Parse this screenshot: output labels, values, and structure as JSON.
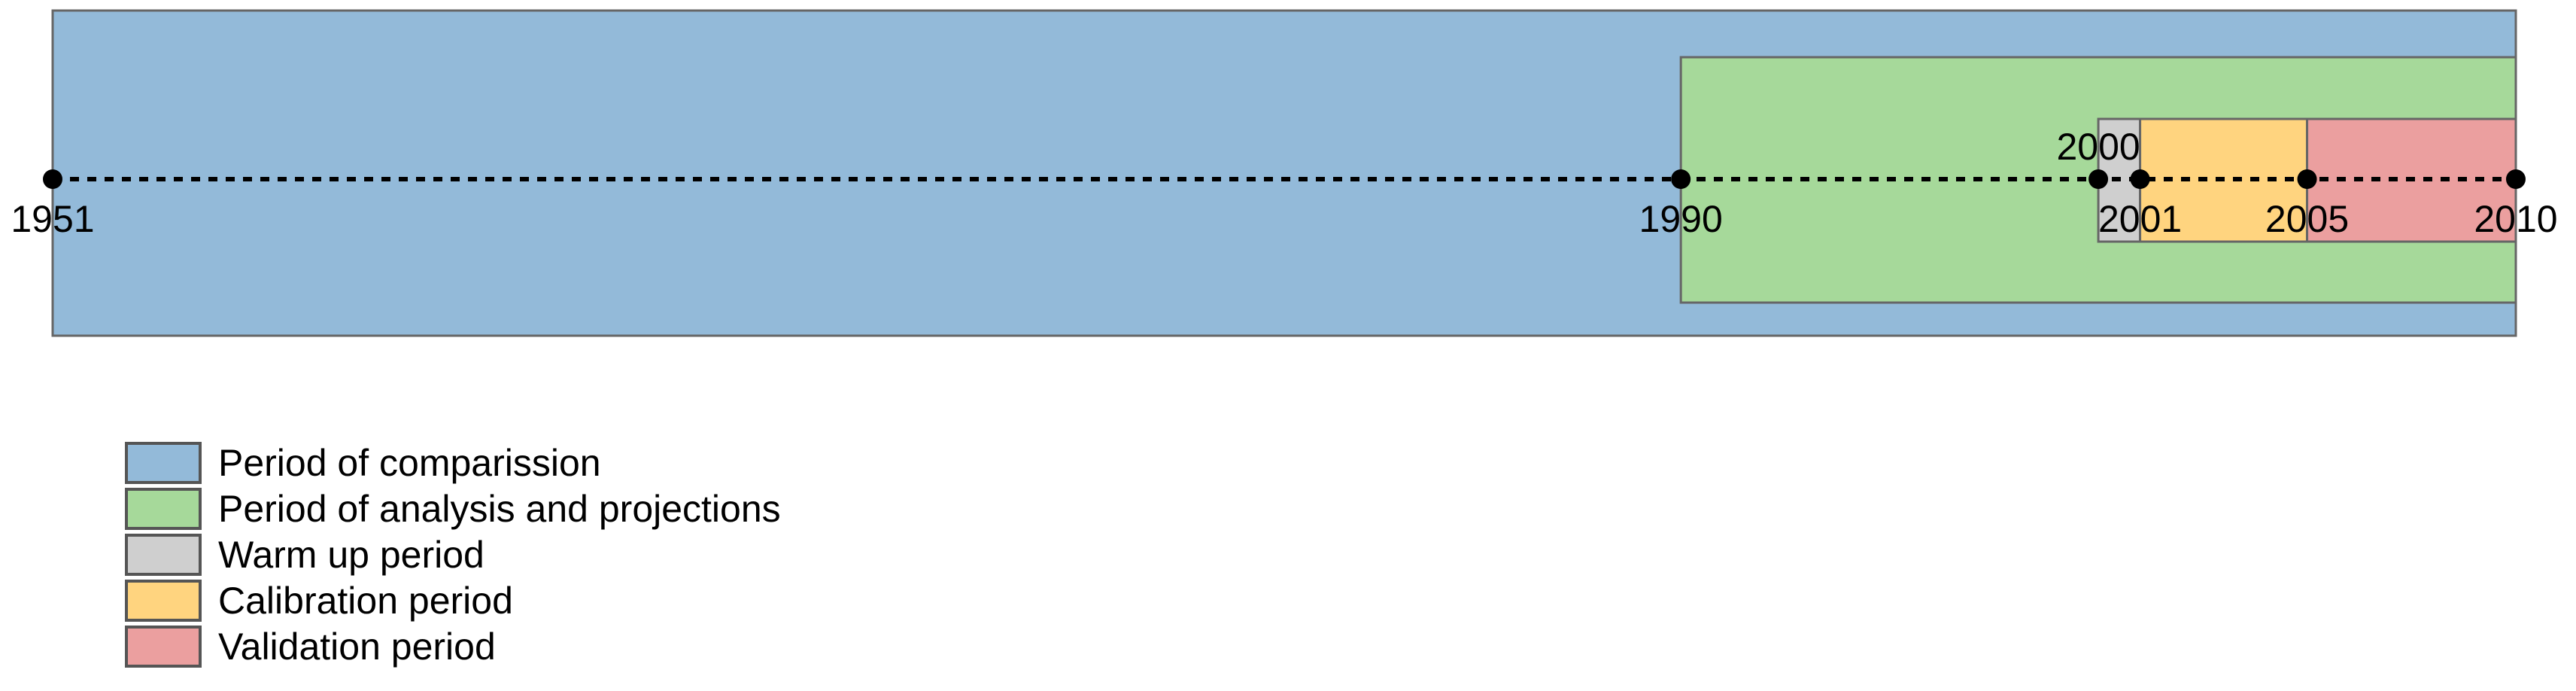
{
  "diagram": {
    "start_year": 1951,
    "end_year": 2010,
    "periods": [
      {
        "key": "comparison",
        "label": "Period of comparission",
        "start": 1951,
        "end": 2010,
        "color": "#93bad9"
      },
      {
        "key": "analysis",
        "label": "Period of analysis and projections",
        "start": 1990,
        "end": 2010,
        "color": "#a6d99a"
      },
      {
        "key": "warmup",
        "label": "Warm up period",
        "start": 2000,
        "end": 2001,
        "color": "#cfcfcf"
      },
      {
        "key": "calibration",
        "label": "Calibration period",
        "start": 2001,
        "end": 2005,
        "color": "#ffd47f"
      },
      {
        "key": "validation",
        "label": "Validation period",
        "start": 2005,
        "end": 2010,
        "color": "#eb9f9f"
      }
    ],
    "markers": [
      {
        "year": 1951,
        "label": "1951",
        "label_pos": "below"
      },
      {
        "year": 1990,
        "label": "1990",
        "label_pos": "below"
      },
      {
        "year": 2000,
        "label": "2000",
        "label_pos": "above"
      },
      {
        "year": 2001,
        "label": "2001",
        "label_pos": "below"
      },
      {
        "year": 2005,
        "label": "2005",
        "label_pos": "below"
      },
      {
        "year": 2010,
        "label": "2010",
        "label_pos": "below"
      }
    ]
  },
  "legend": {
    "items": [
      {
        "label": "Period of comparission",
        "color": "#93bad9"
      },
      {
        "label": "Period of analysis and projections",
        "color": "#a6d99a"
      },
      {
        "label": "Warm up period",
        "color": "#cfcfcf"
      },
      {
        "label": "Calibration period",
        "color": "#ffd47f"
      },
      {
        "label": "Validation period",
        "color": "#eb9f9f"
      }
    ]
  }
}
